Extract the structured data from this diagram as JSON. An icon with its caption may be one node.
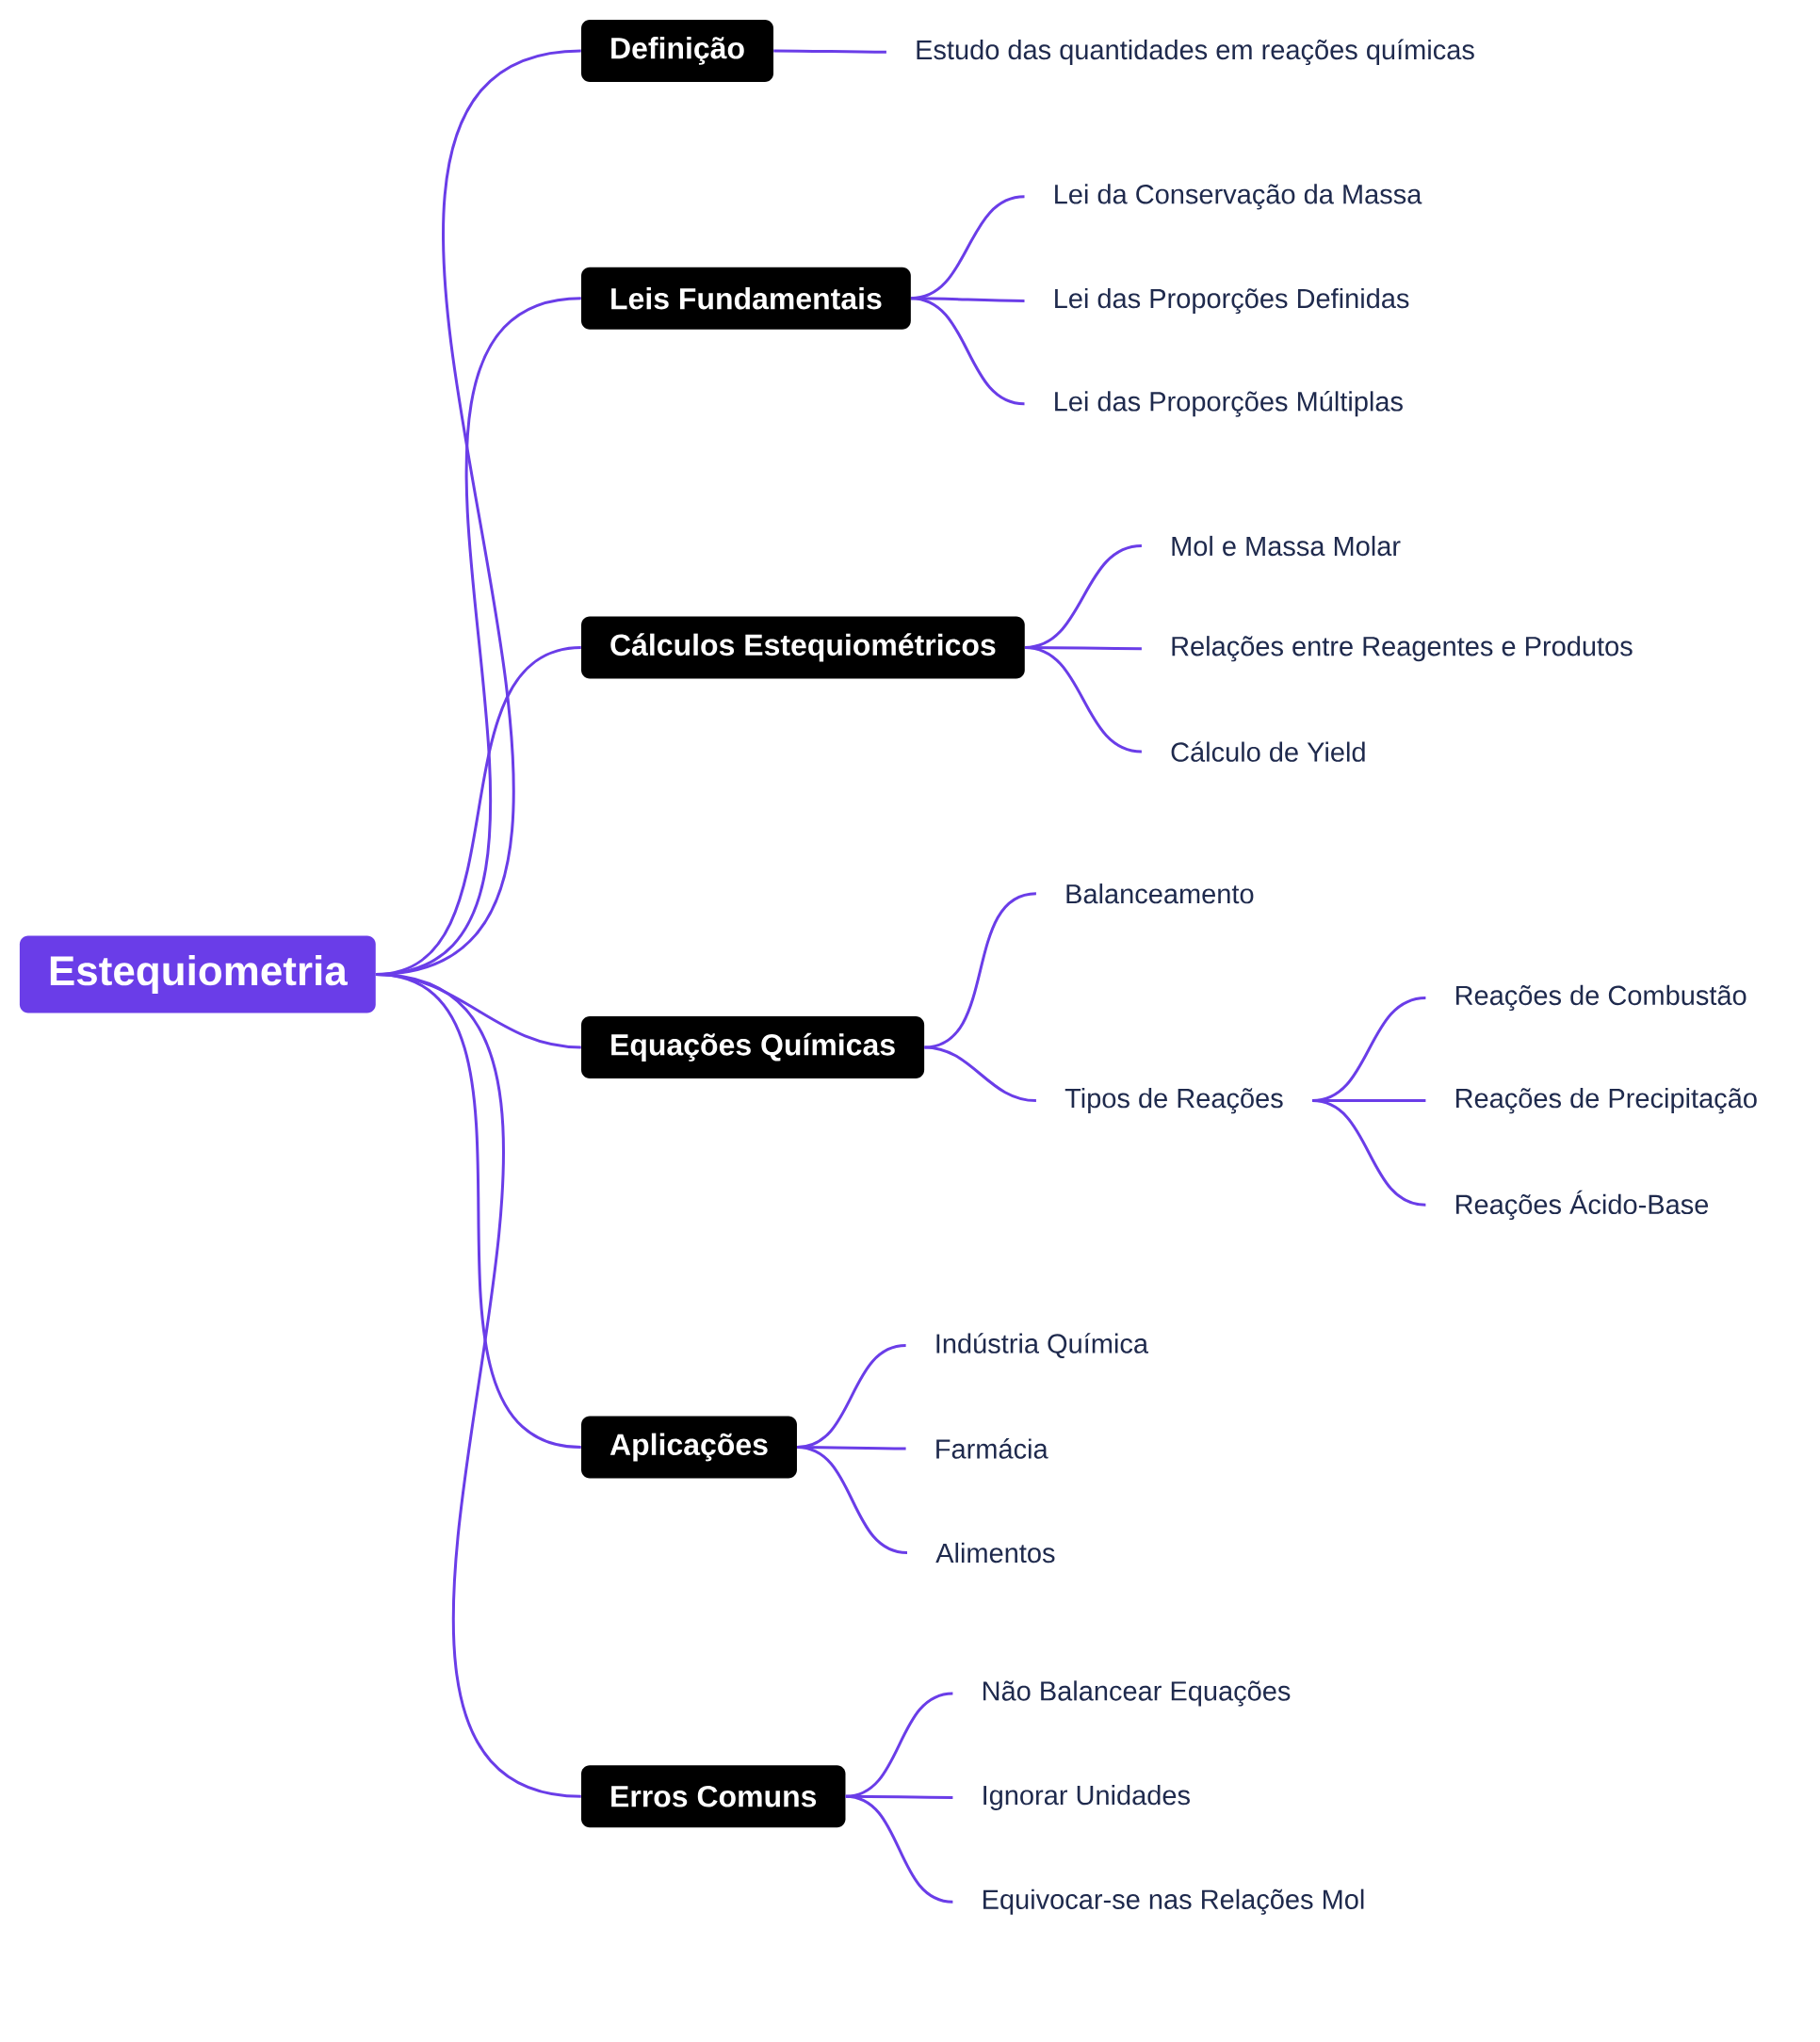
{
  "diagram": {
    "nodes": [
      {
        "text": [
          "Estequiometria"
        ]
      },
      {
        "text": [
          "Definição"
        ]
      },
      {
        "text": [
          "Estudo das quantidades em reações químicas"
        ]
      },
      {
        "text": [
          "Leis Fundamentais"
        ]
      },
      {
        "text": [
          "Lei da Conservação da Massa"
        ]
      },
      {
        "text": [
          "Lei das Proporções Definidas"
        ]
      },
      {
        "text": [
          "Lei das Proporções Múltiplas"
        ]
      },
      {
        "text": [
          "Cálculos Estequiométricos"
        ]
      },
      {
        "text": [
          "Mol e Massa Molar"
        ]
      },
      {
        "text": [
          "Relações entre Reagentes e Produtos"
        ]
      },
      {
        "text": [
          "Cálculo de Yield"
        ]
      },
      {
        "text": [
          "Equações Químicas"
        ]
      },
      {
        "text": [
          "Balanceamento"
        ]
      },
      {
        "text": [
          "Tipos de Reações"
        ]
      },
      {
        "text": [
          "Reações de Combustão"
        ]
      },
      {
        "text": [
          "Reações de Precipitação"
        ]
      },
      {
        "text": [
          "Reações Ácido-Base"
        ]
      },
      {
        "text": [
          "Aplicações"
        ]
      },
      {
        "text": [
          "Indústria Química"
        ]
      },
      {
        "text": [
          "Farmácia"
        ]
      },
      {
        "text": [
          "Alimentos"
        ]
      },
      {
        "text": [
          "Erros Comuns"
        ]
      },
      {
        "text": [
          "Não Balancear Equações"
        ]
      },
      {
        "text": [
          "Ignorar Unidades"
        ]
      },
      {
        "text": [
          "Equivocar-se nas Relações Mol"
        ]
      }
    ],
    "edges": [
      {
        "from": 0,
        "to": 1,
        "arrow": "none"
      },
      {
        "from": 1,
        "to": 2,
        "arrow": "none"
      },
      {
        "from": 0,
        "to": 3,
        "arrow": "none"
      },
      {
        "from": 3,
        "to": 4,
        "arrow": "none"
      },
      {
        "from": 3,
        "to": 5,
        "arrow": "none"
      },
      {
        "from": 3,
        "to": 6,
        "arrow": "none"
      },
      {
        "from": 0,
        "to": 7,
        "arrow": "none"
      },
      {
        "from": 7,
        "to": 8,
        "arrow": "none"
      },
      {
        "from": 7,
        "to": 9,
        "arrow": "none"
      },
      {
        "from": 7,
        "to": 10,
        "arrow": "none"
      },
      {
        "from": 0,
        "to": 11,
        "arrow": "none"
      },
      {
        "from": 11,
        "to": 12,
        "arrow": "none"
      },
      {
        "from": 11,
        "to": 13,
        "arrow": "none"
      },
      {
        "from": 13,
        "to": 14,
        "arrow": "none"
      },
      {
        "from": 13,
        "to": 15,
        "arrow": "none"
      },
      {
        "from": 13,
        "to": 16,
        "arrow": "none"
      },
      {
        "from": 0,
        "to": 17,
        "arrow": "none"
      },
      {
        "from": 17,
        "to": 18,
        "arrow": "none"
      },
      {
        "from": 17,
        "to": 19,
        "arrow": "none"
      },
      {
        "from": 17,
        "to": 20,
        "arrow": "none"
      },
      {
        "from": 0,
        "to": 21,
        "arrow": "none"
      },
      {
        "from": 21,
        "to": 22,
        "arrow": "none"
      },
      {
        "from": 21,
        "to": 23,
        "arrow": "none"
      },
      {
        "from": 21,
        "to": 24,
        "arrow": "none"
      }
    ]
  }
}
